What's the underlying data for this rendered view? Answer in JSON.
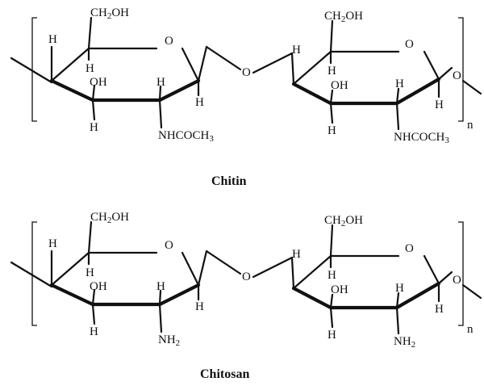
{
  "panels": [
    {
      "key": "chitin",
      "caption": "Chitin",
      "repeat": "n",
      "units": [
        {
          "ch2oh": "CH2OH",
          "ring_o": "O",
          "h_c5": "H",
          "h_c4": "H",
          "oh": "OH",
          "h_c2": "H",
          "h_c1": "H",
          "h_c3": "H",
          "substituent": "NHCOCH3"
        },
        {
          "ch2oh": "CH2OH",
          "ring_o": "O",
          "h_c5": "H",
          "h_c4": "H",
          "oh": "OH",
          "h_c2": "H",
          "h_c1": "H",
          "h_c3": "H",
          "substituent": "NHCOCH3"
        }
      ],
      "bridge_o": "O",
      "end_o": "O"
    },
    {
      "key": "chitosan",
      "caption": "Chitosan",
      "repeat": "n",
      "units": [
        {
          "ch2oh": "CH2OH",
          "ring_o": "O",
          "h_c5": "H",
          "h_c4": "H",
          "oh": "OH",
          "h_c2": "H",
          "h_c1": "H",
          "h_c3": "H",
          "substituent": "NH2"
        },
        {
          "ch2oh": "CH2OH",
          "ring_o": "O",
          "h_c5": "H",
          "h_c4": "H",
          "oh": "OH",
          "h_c2": "H",
          "h_c1": "H",
          "h_c3": "H",
          "substituent": "NH2"
        }
      ],
      "bridge_o": "O",
      "end_o": "O"
    }
  ]
}
